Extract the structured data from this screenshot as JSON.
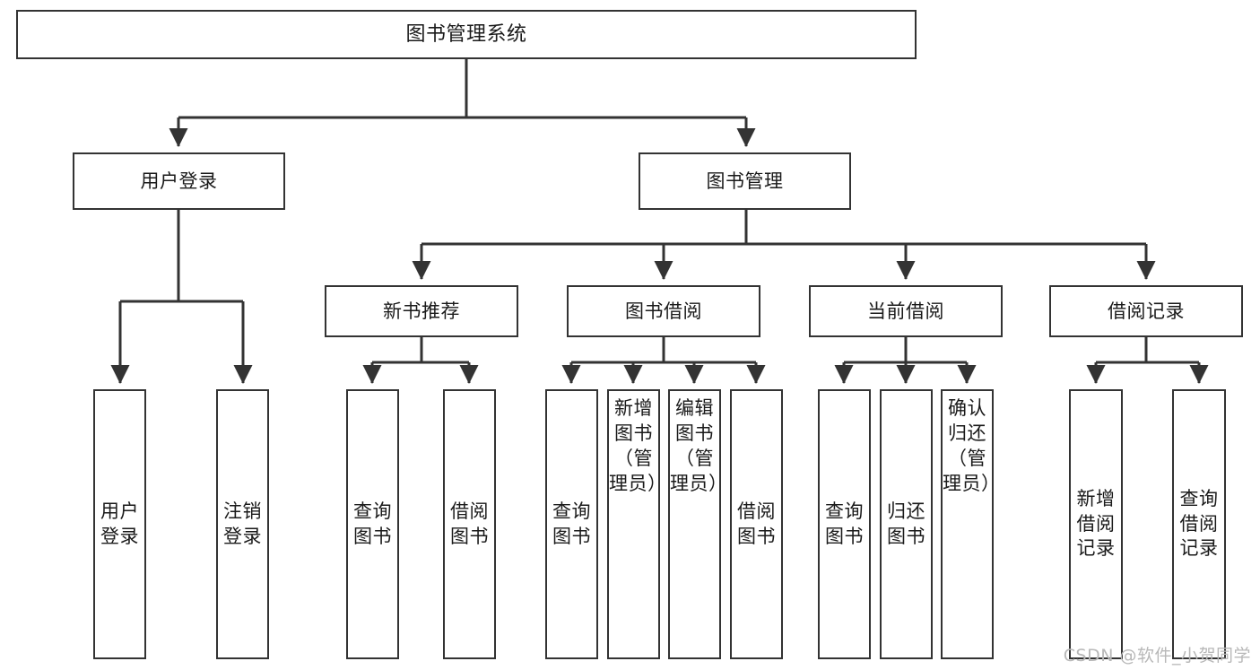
{
  "diagram": {
    "type": "tree-hierarchy",
    "title": "图书管理系统",
    "watermark": "CSDN @软件_小贺同学",
    "colors": {
      "box_border": "#333333",
      "box_fill": "#ffffff",
      "edge": "#333333",
      "text": "#1a1a1a",
      "watermark": "#b8b8b8"
    },
    "nodes": {
      "root": "图书管理系统",
      "level2": [
        "用户登录",
        "图书管理"
      ],
      "level3": [
        "新书推荐",
        "图书借阅",
        "当前借阅",
        "借阅记录"
      ],
      "leaves": {
        "user_login": [
          "用户登录",
          "注销登录"
        ],
        "new_book_recommend": [
          "查询图书",
          "借阅图书"
        ],
        "book_borrow": [
          "查询图书",
          "新增图书（管理员）",
          "编辑图书（管理员）",
          "借阅图书"
        ],
        "current_borrow": [
          "查询图书",
          "归还图书",
          "确认归还（管理员）"
        ],
        "borrow_record": [
          "新增借阅记录",
          "查询借阅记录"
        ]
      }
    }
  }
}
